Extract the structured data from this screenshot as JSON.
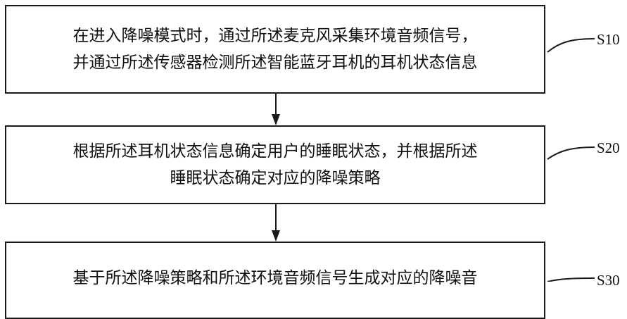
{
  "steps": [
    {
      "label": "S10",
      "lines": [
        "在进入降噪模式时，通过所述麦克风采集环境音频信号，",
        "并通过所述传感器检测所述智能蓝牙耳机的耳机状态信息"
      ]
    },
    {
      "label": "S20",
      "lines": [
        "根据所述耳机状态信息确定用户的睡眠状态，并根据所述",
        "睡眠状态确定对应的降噪策略"
      ]
    },
    {
      "label": "S30",
      "lines": [
        "基于所述降噪策略和所述环境音频信号生成对应的降噪音"
      ]
    }
  ],
  "colors": {
    "stroke": "#1a1a1a"
  }
}
